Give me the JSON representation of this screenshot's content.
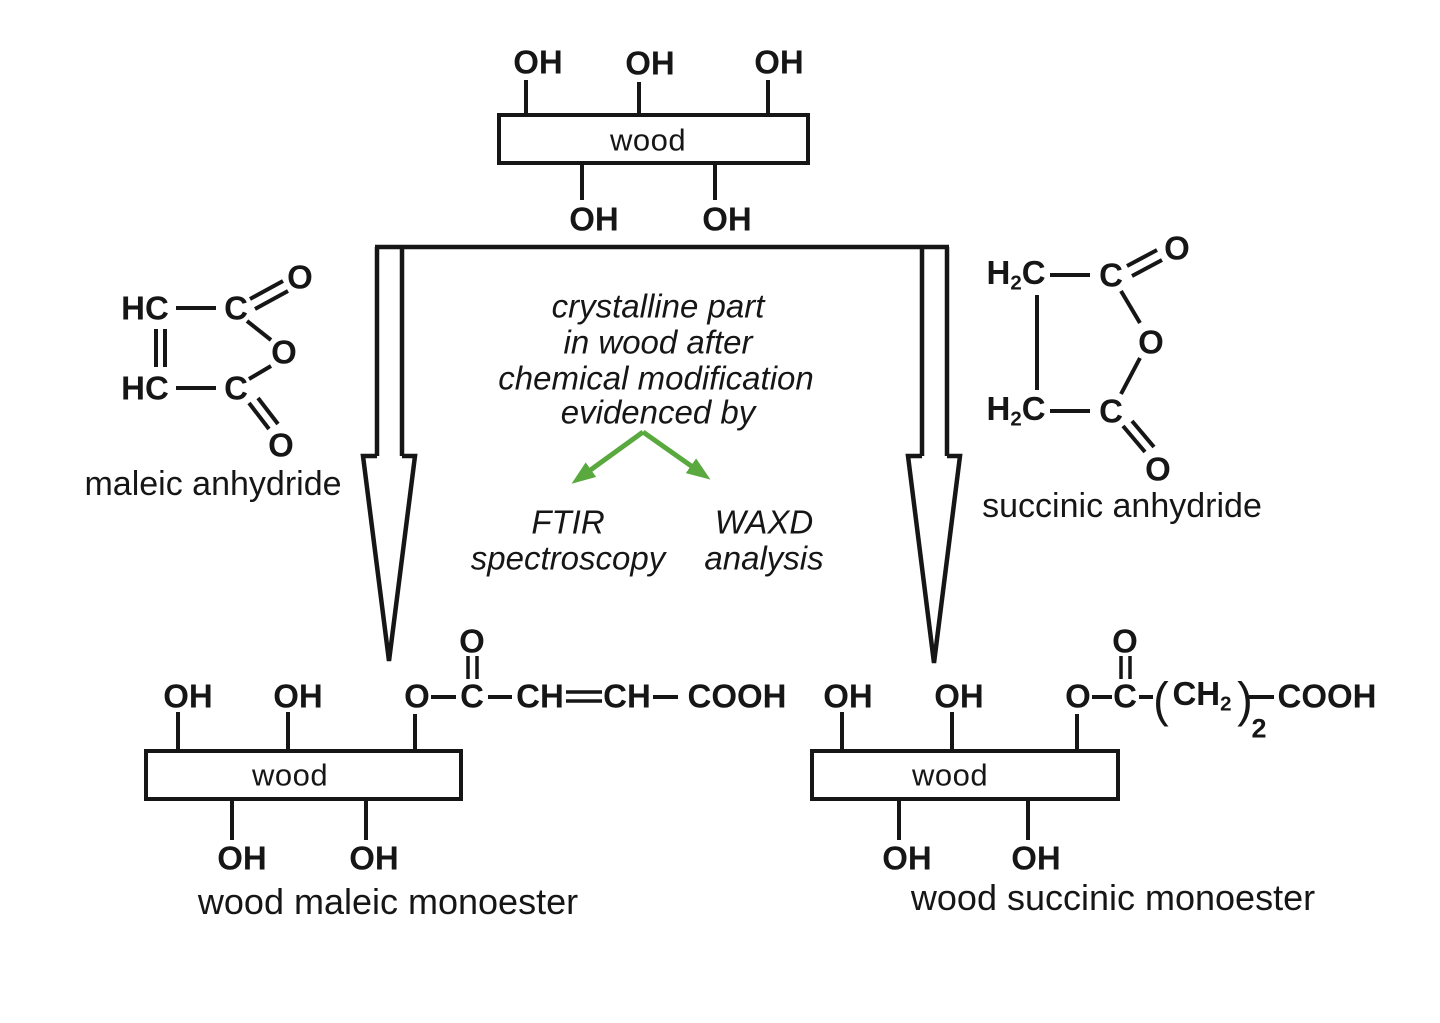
{
  "colors": {
    "ink": "#161616",
    "arrow_green": "#5aa93f",
    "background": "#ffffff"
  },
  "top_unit": {
    "wood": "wood",
    "oh": "OH"
  },
  "maleic_anhydride": {
    "hc": "HC",
    "c": "C",
    "o": "O",
    "label": "maleic anhydride"
  },
  "succinic_anhydride": {
    "h": "H",
    "sub": "2",
    "c_of_h2c": "C",
    "c": "C",
    "o": "O",
    "label": "succinic anhydride"
  },
  "center_text": {
    "line1": "crystalline part",
    "line2": "in wood after",
    "line3": "chemical modification",
    "line4": "evidenced by"
  },
  "methods": {
    "ftir_line1": "FTIR",
    "ftir_line2": "spectroscopy",
    "waxd_line1": "WAXD",
    "waxd_line2": "analysis"
  },
  "maleic_product": {
    "wood": "wood",
    "oh": "OH",
    "o": "O",
    "c": "C",
    "ch": "CH",
    "cooh": "COOH",
    "label": "wood maleic monoester"
  },
  "succinic_product": {
    "wood": "wood",
    "oh": "OH",
    "o": "O",
    "c": "C",
    "paren_open": "(",
    "ch": "CH",
    "sub": "2",
    "paren_close": ")",
    "chain_subscript": "2",
    "cooh": "COOH",
    "label": "wood succinic monoester"
  }
}
